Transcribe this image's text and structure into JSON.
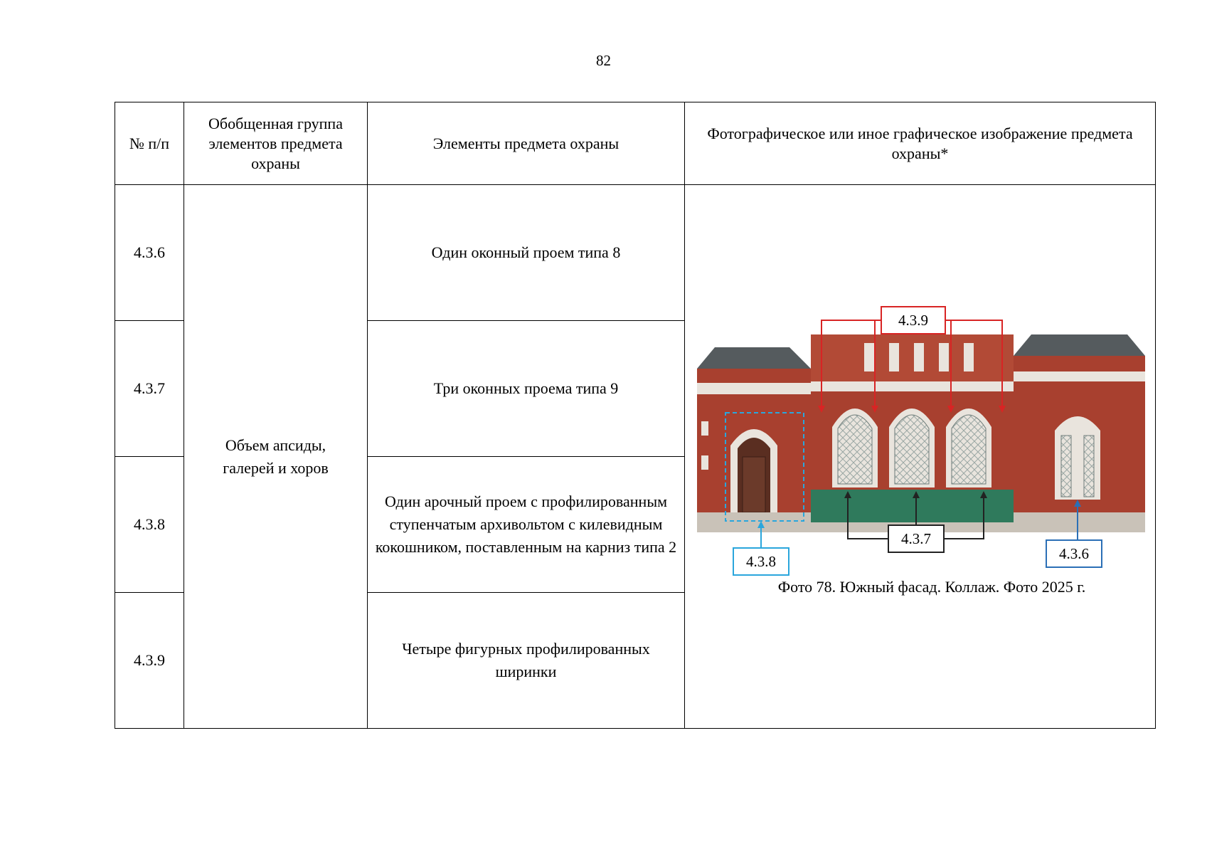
{
  "page": {
    "number": "82"
  },
  "table": {
    "headers": {
      "num": "№ п/п",
      "group": "Обобщенная группа элементов предмета охраны",
      "elements": "Элементы предмета охраны",
      "image": "Фотографическое или иное графическое изображение предмета охраны*"
    },
    "group_label": "Объем апсиды, галерей и хоров",
    "rows": [
      {
        "num": "4.3.6",
        "element": "Один оконный проем типа 8"
      },
      {
        "num": "4.3.7",
        "element": "Три оконных проема типа 9"
      },
      {
        "num": "4.3.8",
        "element": "Один арочный проем с профилированным ступенчатым архивольтом с килевидным кокошником, поставленным на карниз типа 2"
      },
      {
        "num": "4.3.9",
        "element": "Четыре фигурных профилированных ширинки"
      }
    ]
  },
  "photo": {
    "caption": "Фото 78. Южный фасад. Коллаж. Фото 2025 г.",
    "callouts": {
      "red": "4.3.9",
      "black": "4.3.7",
      "cyan": "4.3.8",
      "blue": "4.3.6"
    },
    "colors": {
      "red": "#d82424",
      "black": "#222222",
      "cyan": "#2aa6dc",
      "blue": "#2b6fb6",
      "brick": "#a8402f",
      "roof_green": "#2f7a5c"
    }
  }
}
